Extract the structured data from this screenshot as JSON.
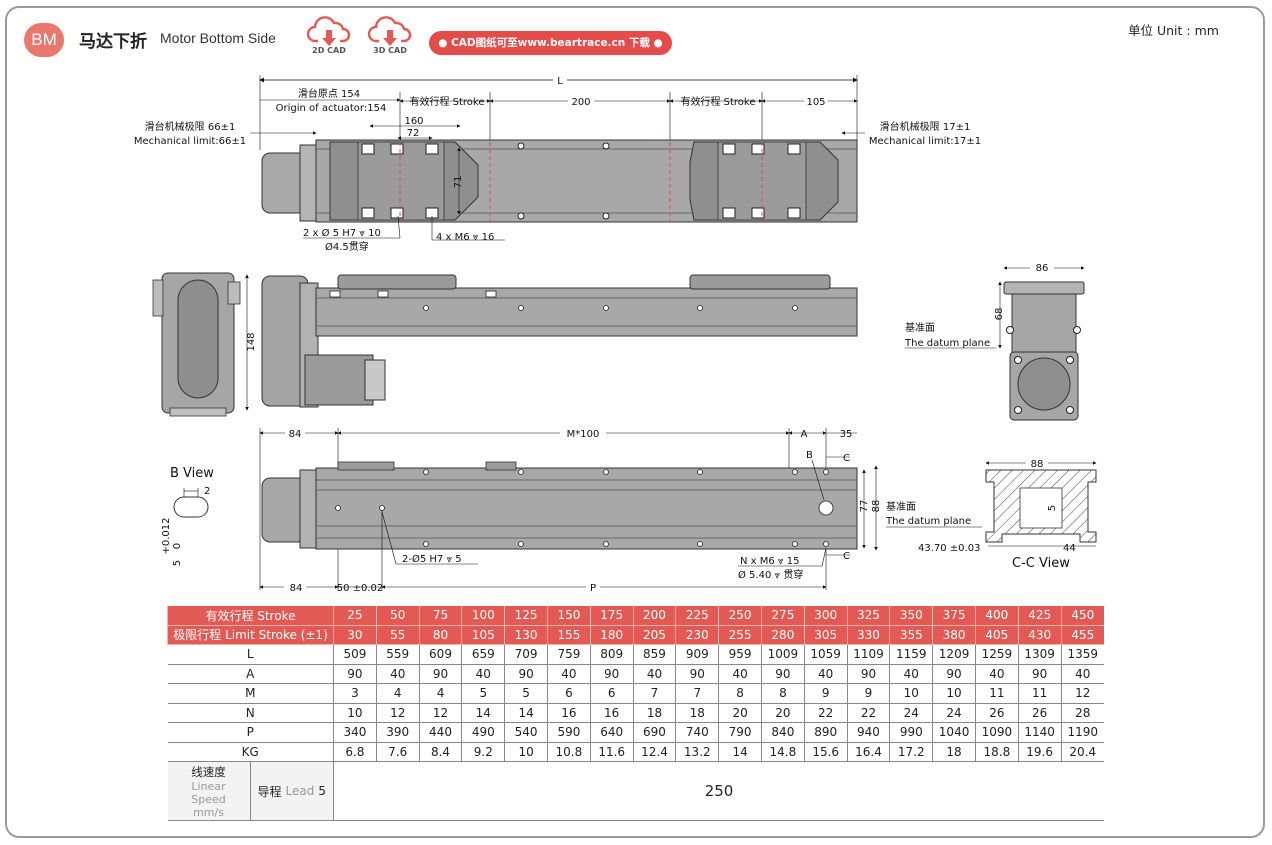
{
  "header": {
    "badge": "BM",
    "title_cn": "马达下折",
    "title_en": "Motor Bottom Side",
    "cad_2d": "2D CAD",
    "cad_3d": "3D CAD",
    "download_pill": "● CAD图纸可至www.beartrace.cn 下载 ●",
    "unit": "单位 Unit : mm"
  },
  "colors": {
    "accent": "#e35a55",
    "badge": "#e9776b",
    "body_gray": "#a8a8a8"
  },
  "top_view": {
    "dim_L": "L",
    "origin_cn": "滑台原点 154",
    "origin_en": "Origin of actuator:154",
    "stroke_left": "有效行程 Stroke",
    "dim_200": "200",
    "stroke_right": "有效行程 Stroke",
    "dim_105": "105",
    "dim_160": "160",
    "dim_72": "72",
    "dim_71": "71",
    "mech_left_cn": "滑台机械极限 66±1",
    "mech_left_en": "Mechanical limit:66±1",
    "mech_right_cn": "滑台机械极限 17±1",
    "mech_right_en": "Mechanical limit:17±1",
    "hole_note_1": "2 x Ø 5 H7 ⩔ 10",
    "hole_note_2": "Ø4.5贯穿",
    "thread_note": "4 x M6 ⩔ 16"
  },
  "side_view": {
    "dim_148": "148"
  },
  "end_view": {
    "dim_86": "86",
    "dim_68": "68",
    "datum_cn": "基准面",
    "datum_en": "The datum plane"
  },
  "bottom_view": {
    "dim_84_top": "84",
    "dim_M100": "M*100",
    "dim_A": "A",
    "dim_35": "35",
    "label_B": "B",
    "label_C_top": "C",
    "label_C_bot": "C",
    "dim_77": "77",
    "dim_88": "88",
    "hole_note": "2-Ø5 H7 ⩔ 5",
    "n_note_1": "N x M6 ⩔ 15",
    "n_note_2": "Ø 5.40 ⩔ 贯穿",
    "dim_84_bot": "84",
    "dim_50": "50 ±0.02",
    "dim_P": "P",
    "b_view_title": "B View",
    "b_view_2": "2",
    "b_view_tol": "+0.012",
    "b_view_5": "5",
    "b_view_0": "0"
  },
  "cc_view": {
    "dim_88": "88",
    "datum_cn": "基准面",
    "datum_en": "The datum plane",
    "dim_4370": "43.70 ±0.03",
    "dim_44": "44",
    "dim_5": "5",
    "title": "C-C View"
  },
  "table": {
    "stroke_label": "有效行程 Stroke",
    "limit_label": "极限行程 Limit Stroke (±1)",
    "stroke": [
      "25",
      "50",
      "75",
      "100",
      "125",
      "150",
      "175",
      "200",
      "225",
      "250",
      "275",
      "300",
      "325",
      "350",
      "375",
      "400",
      "425",
      "450"
    ],
    "limit": [
      "30",
      "55",
      "80",
      "105",
      "130",
      "155",
      "180",
      "205",
      "230",
      "255",
      "280",
      "305",
      "330",
      "355",
      "380",
      "405",
      "430",
      "455"
    ],
    "rows": [
      {
        "label": "L",
        "values": [
          "509",
          "559",
          "609",
          "659",
          "709",
          "759",
          "809",
          "859",
          "909",
          "959",
          "1009",
          "1059",
          "1109",
          "1159",
          "1209",
          "1259",
          "1309",
          "1359"
        ]
      },
      {
        "label": "A",
        "values": [
          "90",
          "40",
          "90",
          "40",
          "90",
          "40",
          "90",
          "40",
          "90",
          "40",
          "90",
          "40",
          "90",
          "40",
          "90",
          "40",
          "90",
          "40"
        ]
      },
      {
        "label": "M",
        "values": [
          "3",
          "4",
          "4",
          "5",
          "5",
          "6",
          "6",
          "7",
          "7",
          "8",
          "8",
          "9",
          "9",
          "10",
          "10",
          "11",
          "11",
          "12"
        ]
      },
      {
        "label": "N",
        "values": [
          "10",
          "12",
          "12",
          "14",
          "14",
          "16",
          "16",
          "18",
          "18",
          "20",
          "20",
          "22",
          "22",
          "24",
          "24",
          "26",
          "26",
          "28"
        ]
      },
      {
        "label": "P",
        "values": [
          "340",
          "390",
          "440",
          "490",
          "540",
          "590",
          "640",
          "690",
          "740",
          "790",
          "840",
          "890",
          "940",
          "990",
          "1040",
          "1090",
          "1140",
          "1190"
        ]
      },
      {
        "label": "KG",
        "values": [
          "6.8",
          "7.6",
          "8.4",
          "9.2",
          "10",
          "10.8",
          "11.6",
          "12.4",
          "13.2",
          "14",
          "14.8",
          "15.6",
          "16.4",
          "17.2",
          "18",
          "18.8",
          "19.6",
          "20.4"
        ]
      }
    ],
    "speed_cn": "线速度",
    "speed_en_1": "Linear",
    "speed_en_2": "Speed",
    "speed_en_3": "mm/s",
    "lead_cn": "导程",
    "lead_en": "Lead",
    "lead_value": "5",
    "speed_value": "250"
  }
}
